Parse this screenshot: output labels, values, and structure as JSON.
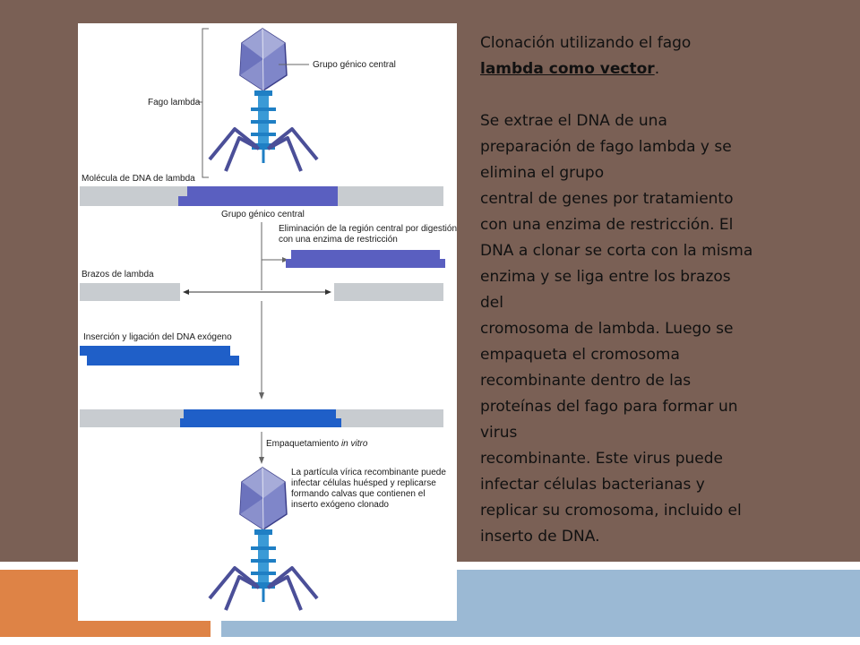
{
  "slide": {
    "colors": {
      "background": "#7a6055",
      "orange_band": "#de8346",
      "blue_band": "#9bb9d4",
      "dna_blue": "#5a5fc0",
      "dna_grey": "#c8ccd0",
      "phage_blue": "#1f7fc4"
    }
  },
  "figure": {
    "labels": {
      "grupo_genico_central_top": "Grupo génico central",
      "fago_lambda": "Fago lambda",
      "molecula_dna": "Molécula de DNA de lambda",
      "grupo_genico_central_mid": "Grupo génico central",
      "eliminacion_line1": "Eliminación de la región central por digestión",
      "eliminacion_line2": "con una enzima de restricción",
      "brazos": "Brazos de lambda",
      "insercion": "Inserción y ligación del DNA exógeno",
      "empaquetamiento": "Empaquetamiento",
      "in_vitro": "in vitro",
      "particula_line1": "La partícula vírica recombinante puede",
      "particula_line2": "infectar células huésped y replicarse",
      "particula_line3": "formando calvas que contienen el",
      "particula_line4": "inserto exógeno clonado"
    }
  },
  "text": {
    "line1": "Clonación utilizando el fago",
    "line2_underlined": "lambda como vector",
    "line2_end": ".",
    "para_lines": [
      "Se extrae el DNA de una",
      "preparación de fago lambda y se",
      "elimina el grupo",
      "central de genes por tratamiento",
      "con una enzima de restricción. El",
      "DNA a clonar se corta con la misma",
      "enzima y se liga entre los brazos",
      "del",
      "cromosoma de lambda. Luego se",
      "empaqueta el cromosoma",
      "recombinante dentro de las",
      "proteínas del fago para formar un",
      "virus",
      "recombinante. Este virus puede",
      "infectar células bacterianas y",
      "replicar su cromosoma, incluido el",
      "inserto de DNA."
    ]
  }
}
